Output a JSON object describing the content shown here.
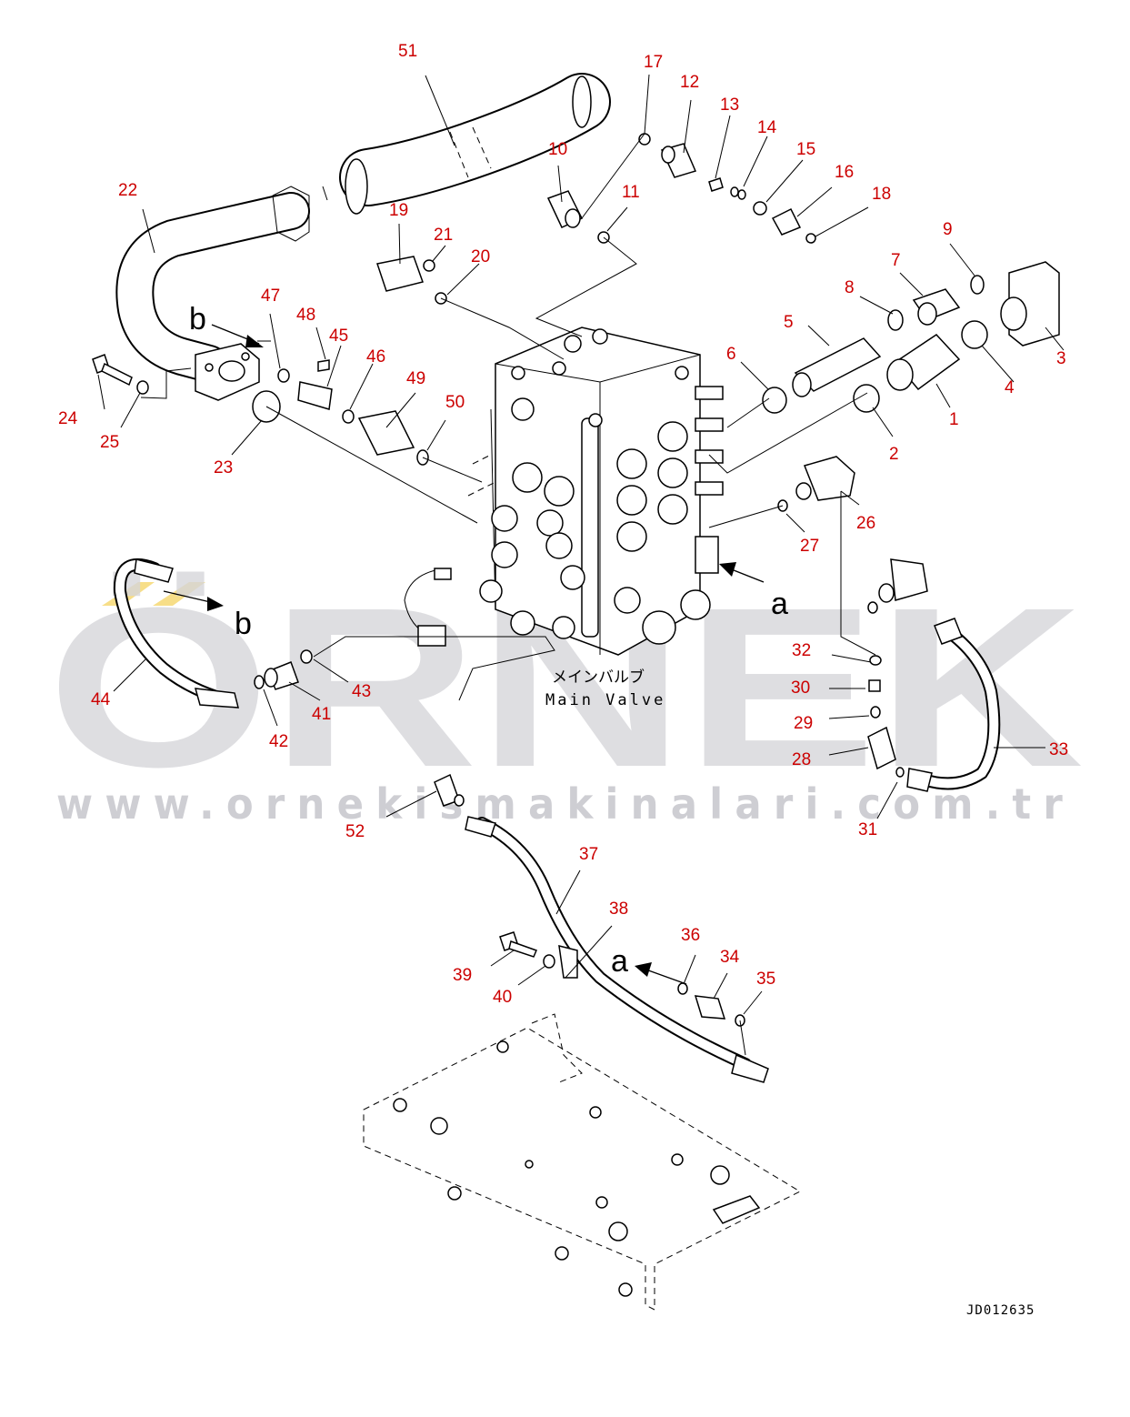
{
  "watermark": {
    "brand": "ÖRNEK",
    "url": "www.ornekismakinalari.com.tr"
  },
  "labels": {
    "main_valve_jp": "メインバルブ",
    "main_valve_en": "Main Valve",
    "view_a": "a",
    "view_b": "b",
    "drawing_id": "JD012635"
  },
  "parts": [
    {
      "num": "1"
    },
    {
      "num": "2"
    },
    {
      "num": "3"
    },
    {
      "num": "4"
    },
    {
      "num": "5"
    },
    {
      "num": "6"
    },
    {
      "num": "7"
    },
    {
      "num": "8"
    },
    {
      "num": "9"
    },
    {
      "num": "10"
    },
    {
      "num": "11"
    },
    {
      "num": "12"
    },
    {
      "num": "13"
    },
    {
      "num": "14"
    },
    {
      "num": "15"
    },
    {
      "num": "16"
    },
    {
      "num": "17"
    },
    {
      "num": "18"
    },
    {
      "num": "19"
    },
    {
      "num": "20"
    },
    {
      "num": "21"
    },
    {
      "num": "22"
    },
    {
      "num": "23"
    },
    {
      "num": "24"
    },
    {
      "num": "25"
    },
    {
      "num": "26"
    },
    {
      "num": "27"
    },
    {
      "num": "28"
    },
    {
      "num": "29"
    },
    {
      "num": "30"
    },
    {
      "num": "31"
    },
    {
      "num": "32"
    },
    {
      "num": "33"
    },
    {
      "num": "34"
    },
    {
      "num": "35"
    },
    {
      "num": "36"
    },
    {
      "num": "37"
    },
    {
      "num": "38"
    },
    {
      "num": "39"
    },
    {
      "num": "40"
    },
    {
      "num": "41"
    },
    {
      "num": "42"
    },
    {
      "num": "43"
    },
    {
      "num": "44"
    },
    {
      "num": "45"
    },
    {
      "num": "46"
    },
    {
      "num": "47"
    },
    {
      "num": "48"
    },
    {
      "num": "49"
    },
    {
      "num": "50"
    },
    {
      "num": "51"
    },
    {
      "num": "52"
    }
  ],
  "colors": {
    "part_number": "#cc0000",
    "line": "#000000",
    "watermark": "#d6d6da"
  }
}
